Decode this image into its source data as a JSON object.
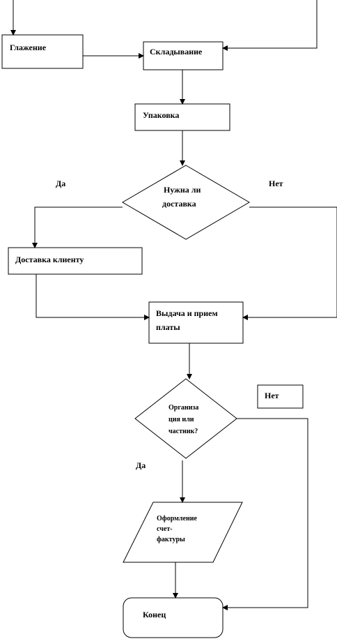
{
  "nodes": {
    "ironing": "Глажение",
    "folding": "Складывание",
    "packing": "Упаковка",
    "delivery_decision_line1": "Нужна ли",
    "delivery_decision_line2": "доставка",
    "client_delivery": "Доставка клиенту",
    "payment_line1": "Выдача и прием",
    "payment_line2": "платы",
    "org_decision_line1": "Организа",
    "org_decision_line2": "ция или",
    "org_decision_line3": "частник?",
    "invoice_line1": "Оформление",
    "invoice_line2": "счет-",
    "invoice_line3": "фактуры",
    "end": "Конец"
  },
  "labels": {
    "yes_1": "Да",
    "no_1": "Нет",
    "no_2": "Нет",
    "yes_2": "Да"
  },
  "colors": {
    "stroke": "#000000",
    "fill": "#ffffff"
  }
}
